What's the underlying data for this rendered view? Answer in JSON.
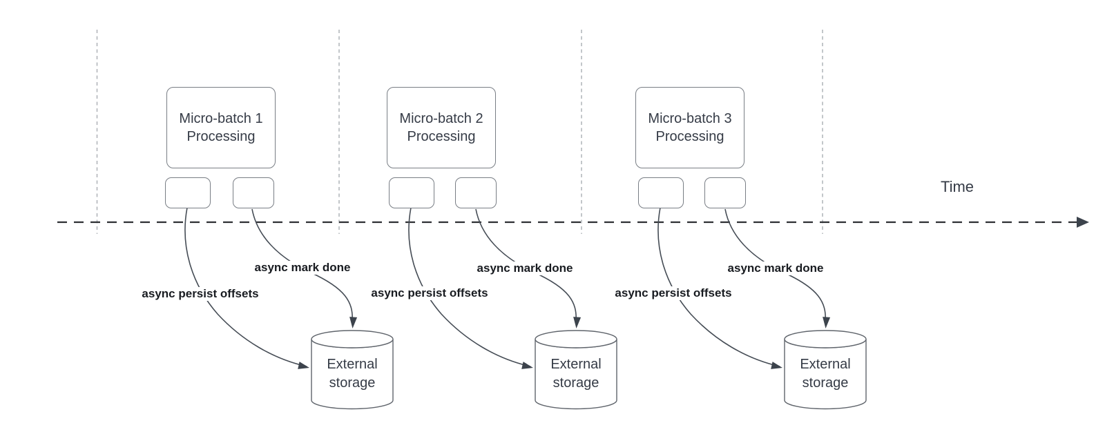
{
  "diagram": {
    "type": "micro-batch streaming timeline",
    "time_label": "Time",
    "columns": [
      {
        "box": {
          "line1": "Micro-batch 1",
          "line2": "Processing"
        },
        "persist_label": "async persist offsets",
        "mark_label": "async mark done",
        "storage": {
          "line1": "External",
          "line2": "storage"
        }
      },
      {
        "box": {
          "line1": "Micro-batch 2",
          "line2": "Processing"
        },
        "persist_label": "async persist offsets",
        "mark_label": "async mark done",
        "storage": {
          "line1": "External",
          "line2": "storage"
        }
      },
      {
        "box": {
          "line1": "Micro-batch 3",
          "line2": "Processing"
        },
        "persist_label": "async persist offsets",
        "mark_label": "async mark done",
        "storage": {
          "line1": "External",
          "line2": "storage"
        }
      }
    ],
    "colors": {
      "background": "#ffffff",
      "shape_stroke": "#787d84",
      "cylinder_stroke": "#5f646b",
      "shape_text": "#353b46",
      "edge_stroke": "#454c55",
      "edge_label_text": "#181b20",
      "divider_line": "#a9adb2",
      "timeline_line": "#2d2f33"
    }
  }
}
